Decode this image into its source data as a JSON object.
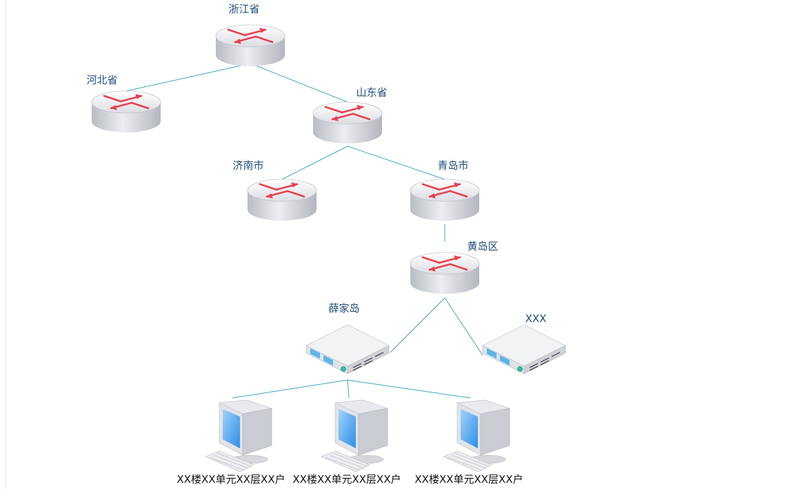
{
  "diagram": {
    "nodes": [
      {
        "id": "zhejiang",
        "type": "router",
        "label": "浙江省"
      },
      {
        "id": "hebei",
        "type": "router",
        "label": "河北省"
      },
      {
        "id": "shandong",
        "type": "router",
        "label": "山东省"
      },
      {
        "id": "jinan",
        "type": "router",
        "label": "济南市"
      },
      {
        "id": "qingdao",
        "type": "router",
        "label": "青岛市"
      },
      {
        "id": "huangdao",
        "type": "router",
        "label": "黄岛区"
      },
      {
        "id": "xuejiadao",
        "type": "switch",
        "label": "薛家岛"
      },
      {
        "id": "xxx",
        "type": "switch",
        "label": "XXX"
      },
      {
        "id": "pc1",
        "type": "computer",
        "label": "XX楼XX单元XX层XX户"
      },
      {
        "id": "pc2",
        "type": "computer",
        "label": "XX楼XX单元XX层XX户"
      },
      {
        "id": "pc3",
        "type": "computer",
        "label": "XX楼XX单元XX层XX户"
      }
    ],
    "edges": [
      {
        "from": "zhejiang",
        "to": "hebei"
      },
      {
        "from": "zhejiang",
        "to": "shandong"
      },
      {
        "from": "shandong",
        "to": "jinan"
      },
      {
        "from": "shandong",
        "to": "qingdao"
      },
      {
        "from": "qingdao",
        "to": "huangdao"
      },
      {
        "from": "huangdao",
        "to": "xuejiadao"
      },
      {
        "from": "huangdao",
        "to": "xxx"
      },
      {
        "from": "xuejiadao",
        "to": "pc1"
      },
      {
        "from": "xuejiadao",
        "to": "pc2"
      },
      {
        "from": "xuejiadao",
        "to": "pc3"
      }
    ],
    "colors": {
      "link": "#3fa5c2",
      "router_arrow": "#e8404f",
      "router_body": "#d9d9de",
      "switch_port": "#5ab5ea",
      "screen": "#3d9be9",
      "label": "#1f4e79"
    }
  }
}
